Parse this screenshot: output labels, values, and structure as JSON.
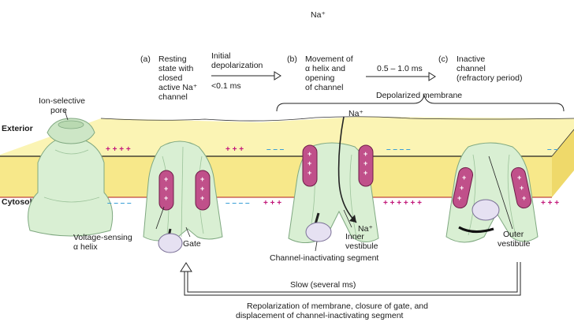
{
  "title": "Na⁺",
  "colors": {
    "membrane_top": "#fbf4b4",
    "membrane_front": "#f7e88a",
    "channel_fill": "#d9efd3",
    "channel_stroke": "#7fa880",
    "helix_fill": "#c0508a",
    "gate_fill": "#e6e1f2",
    "plus_color": "#c2187a",
    "minus_color": "#3a9fd6"
  },
  "labels": {
    "exterior": "Exterior",
    "cytosol": "Cytosol",
    "ion_selective_pore": [
      "Ion-selective",
      "pore"
    ],
    "voltage_sensing_helix": [
      "Voltage-sensing",
      "α helix"
    ],
    "gate": "Gate",
    "inner_vestibule": [
      "Inner",
      "vestibule"
    ],
    "outer_vestibule": [
      "Outer",
      "vestibule"
    ],
    "channel_inactivating_segment": "Channel-inactivating segment",
    "depolarized_membrane": "Depolarized membrane",
    "na_in": "Na⁺",
    "na_out": "Na⁺"
  },
  "states": {
    "a": [
      "(a)",
      "Resting",
      "state with",
      "closed",
      "active Na⁺",
      "channel"
    ],
    "b": [
      "(b)",
      "Movement of",
      "α helix and",
      "opening",
      "of channel"
    ],
    "c": [
      "(c)",
      "Inactive",
      "channel",
      "(refractory period)"
    ]
  },
  "transitions": {
    "a_to_b_top": [
      "Initial",
      "depolarization"
    ],
    "a_to_b_bottom": "<0.1 ms",
    "b_to_c_top": "0.5 – 1.0 ms"
  },
  "return_path": {
    "label": "Slow (several ms)",
    "caption": [
      "Repolarization of membrane, closure of gate, and",
      "displacement of channel-inactivating segment"
    ]
  },
  "membrane_charges": {
    "left_top": "+ + + +",
    "mid_top": "+ + +",
    "mid_top_neg": "– – –",
    "b_top_neg": "– – – –",
    "c_top_neg": "– –",
    "left_bottom_neg": "– – – –",
    "mid_bottom_neg": "– – – –",
    "b_bottom_pos": "+ + +",
    "bc_bottom_pos": "+ + + + + +",
    "c_bottom_pos": "+ + +"
  },
  "helix_charge": "+"
}
